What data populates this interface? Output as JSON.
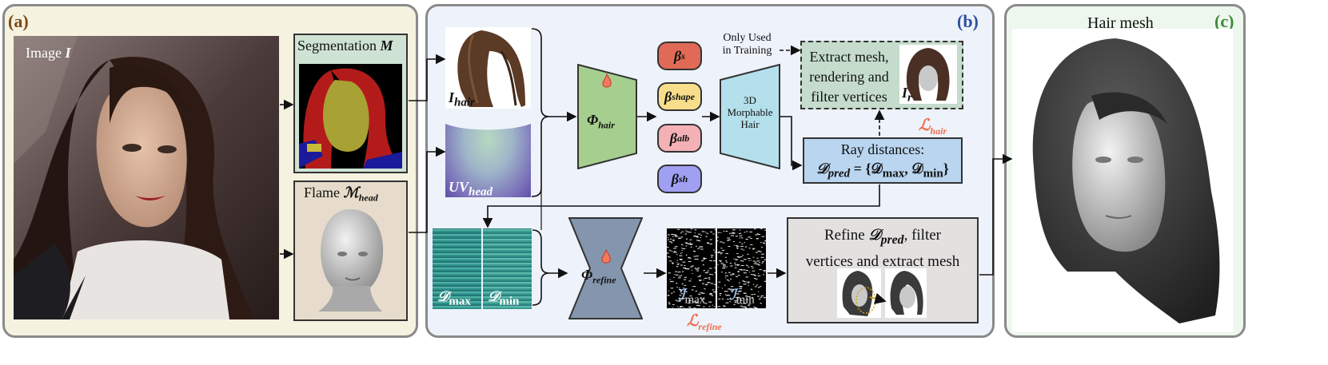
{
  "panels": {
    "a": {
      "label": "(a)",
      "color": "#7a4a14"
    },
    "b": {
      "label": "(b)",
      "color": "#2f4fa0"
    },
    "c": {
      "label": "(c)",
      "color": "#3c8a3c"
    }
  },
  "inputs": {
    "image_caption": "Image",
    "image_symbol": "I",
    "segmentation_caption": "Segmentation",
    "segmentation_symbol": "M",
    "flame_caption": "Flame",
    "flame_symbol": "ℳ",
    "flame_sub": "head"
  },
  "features": {
    "hair_symbol": "I",
    "hair_sub": "hair",
    "uv_symbol": "UV",
    "uv_sub": "head"
  },
  "networks": {
    "hair_symbol": "Φ",
    "hair_sub": "hair",
    "refine_symbol": "Φ",
    "refine_sub": "refine",
    "flame_icon": "flame-icon"
  },
  "params": [
    {
      "symbol": "β",
      "sub": "s",
      "color": "#e06a55"
    },
    {
      "symbol": "β",
      "sub": "shape",
      "color": "#f8de8a"
    },
    {
      "symbol": "β",
      "sub": "alb",
      "color": "#f3b1b6"
    },
    {
      "symbol": "β",
      "sub": "sh",
      "color": "#9fa0f2"
    }
  ],
  "morphable": {
    "line1": "3D",
    "line2": "Morphable",
    "line3": "Hair"
  },
  "training_note": {
    "line1": "Only Used",
    "line2": "in Training"
  },
  "extract_box": {
    "line1": "Extract mesh,",
    "line2": "rendering and",
    "line3": "filter vertices",
    "symbol": "I",
    "sub": "r"
  },
  "loss_hair": {
    "symbol": "ℒ",
    "sub": "hair",
    "color": "#f07050"
  },
  "ray_box": {
    "line1": "Ray distances:",
    "formula_symbol": "𝒟",
    "formula_sub": "pred",
    "formula_rest": " = {𝒟",
    "max_sub": "max",
    "sep": ", 𝒟",
    "min_sub": "min",
    "close": "}"
  },
  "distance_maps": {
    "max_symbol": "𝒟",
    "max_sub": "max",
    "min_symbol": "𝒟",
    "min_sub": "min"
  },
  "refined_maps": {
    "max_symbol": "ℐ",
    "max_sub": "max",
    "min_symbol": "ℐ",
    "min_sub": "min"
  },
  "loss_refine": {
    "symbol": "ℒ",
    "sub": "refine",
    "color": "#f07050"
  },
  "refine_box": {
    "line1_pre": "Refine ",
    "line1_symbol": "𝒟",
    "line1_sub": "pred",
    "line1_post": ", filter",
    "line2": "vertices and extract mesh"
  },
  "output": {
    "caption": "Hair mesh"
  }
}
